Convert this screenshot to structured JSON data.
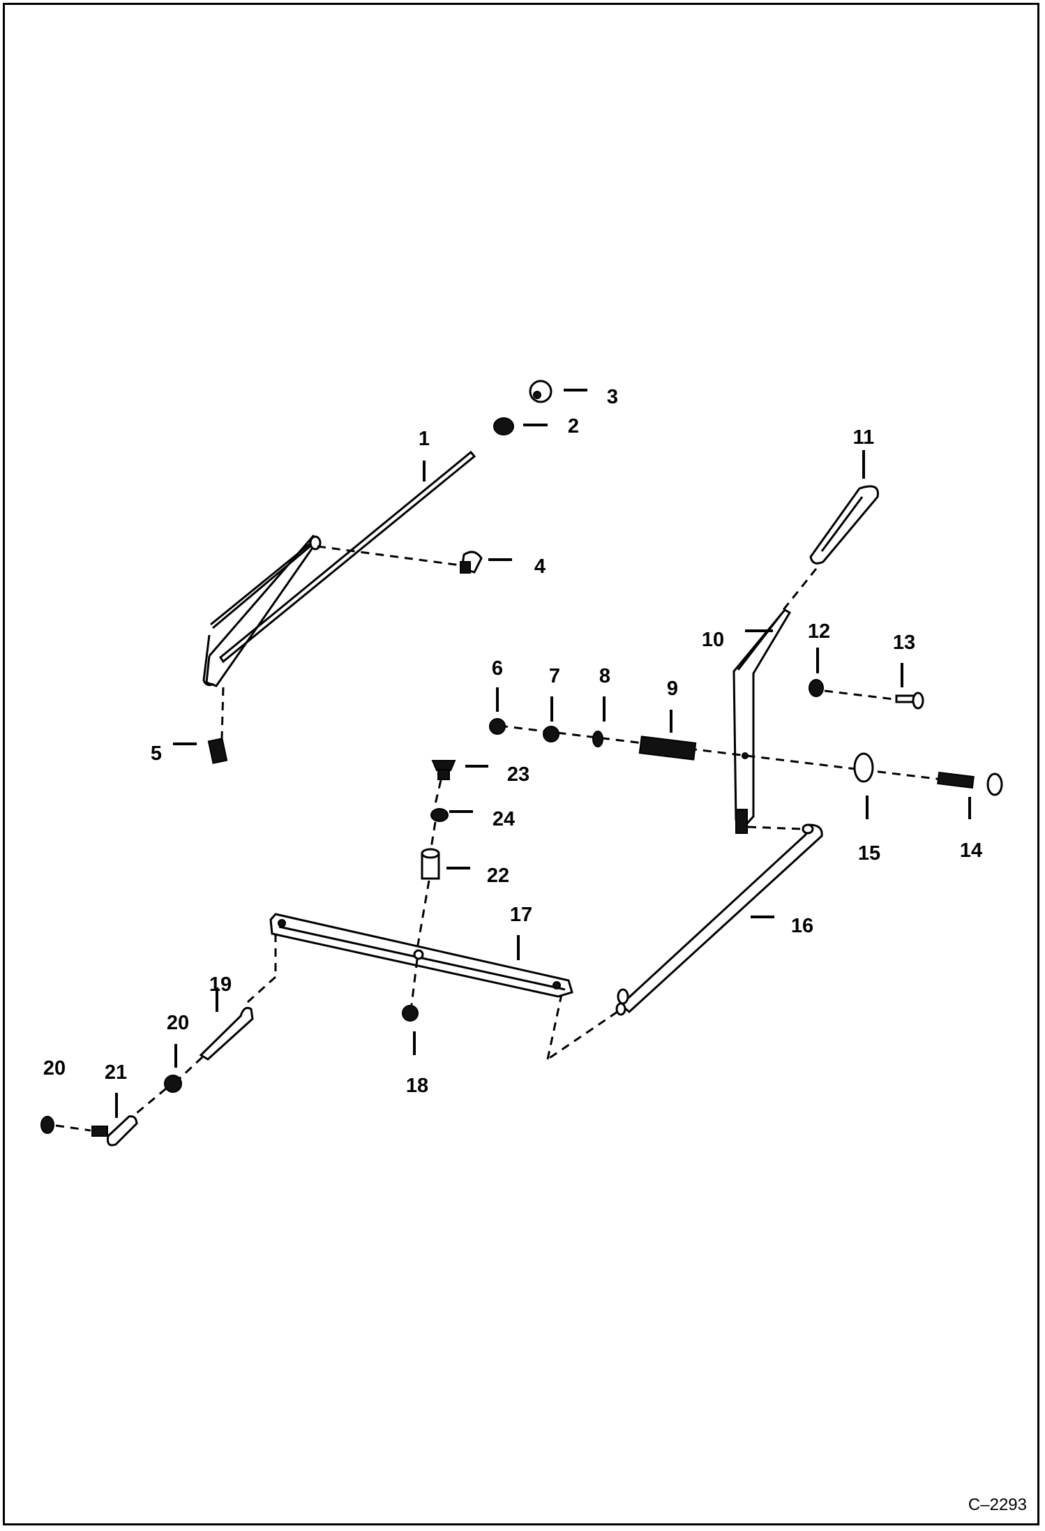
{
  "drawing": {
    "reference": "C–2293",
    "callouts": {
      "c1": "1",
      "c2": "2",
      "c3": "3",
      "c4": "4",
      "c5": "5",
      "c6": "6",
      "c7": "7",
      "c8": "8",
      "c9": "9",
      "c10": "10",
      "c11": "11",
      "c12": "12",
      "c13": "13",
      "c14": "14",
      "c15": "15",
      "c16": "16",
      "c17": "17",
      "c18": "18",
      "c19": "19",
      "c20a": "20",
      "c20b": "20",
      "c21": "21",
      "c22": "22",
      "c23": "23",
      "c24": "24"
    }
  }
}
